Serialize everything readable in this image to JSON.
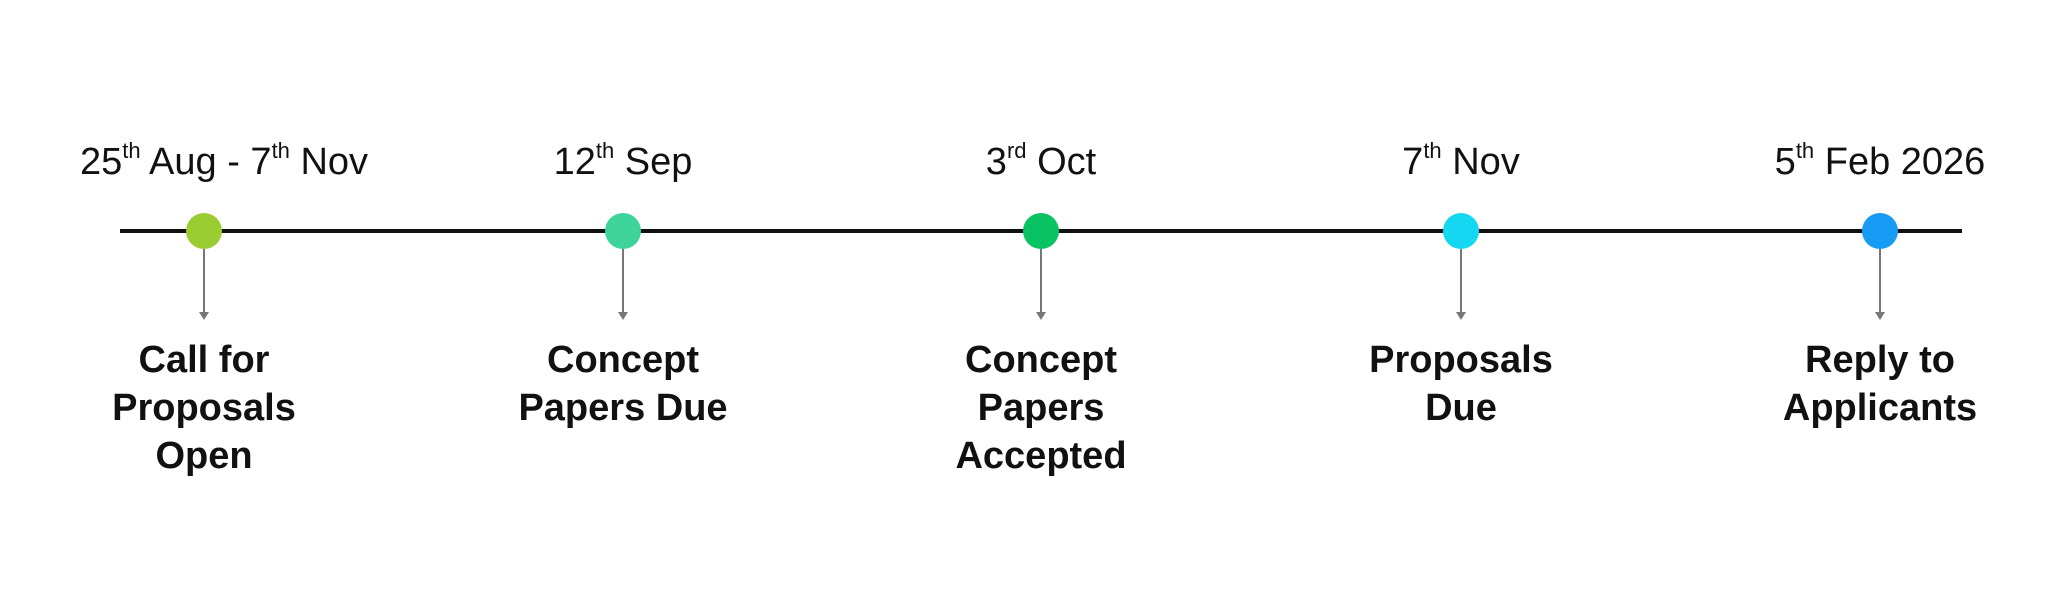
{
  "colors": {
    "line": "#111111",
    "connector": "#777777",
    "dot1": "#9ACD32",
    "dot2": "#3ED39A",
    "dot3": "#08C263",
    "dot4": "#14D7F2",
    "dot5": "#169CF5"
  },
  "milestones": [
    {
      "date_start_day": "25",
      "date_start_suffix": "th",
      "date_start_month": " Aug - 7",
      "date_end_suffix": "th",
      "date_end_month": " Nov",
      "label": "Call for Proposals Open"
    },
    {
      "date_day": "12",
      "date_suffix": "th",
      "date_rest": " Sep",
      "label": "Concept Papers Due"
    },
    {
      "date_day": "3",
      "date_suffix": "rd",
      "date_rest": " Oct",
      "label": "Concept Papers Accepted"
    },
    {
      "date_day": "7",
      "date_suffix": "th",
      "date_rest": " Nov",
      "label": "Proposals Due"
    },
    {
      "date_day": "5",
      "date_suffix": "th",
      "date_rest": " Feb 2026",
      "label": "Reply to Applicants"
    }
  ]
}
